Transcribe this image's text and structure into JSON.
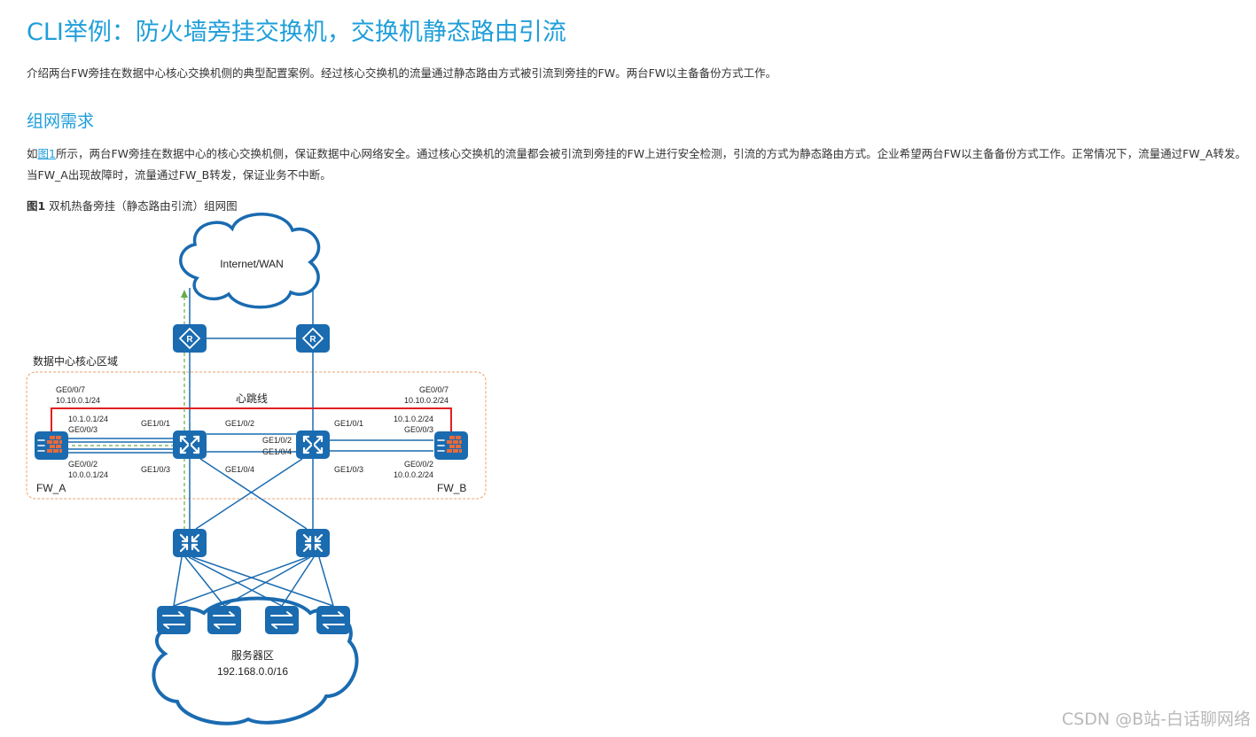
{
  "header": {
    "title": "CLI举例：防火墙旁挂交换机，交换机静态路由引流",
    "intro": "介绍两台FW旁挂在数据中心核心交换机侧的典型配置案例。经过核心交换机的流量通过静态路由方式被引流到旁挂的FW。两台FW以主备备份方式工作。"
  },
  "section": {
    "title": "组网需求",
    "para_prefix": "如",
    "para_link": "图1",
    "para_rest": "所示，两台FW旁挂在数据中心的核心交换机侧，保证数据中心网络安全。通过核心交换机的流量都会被引流到旁挂的FW上进行安全检测，引流的方式为静态路由方式。企业希望两台FW以主备备份方式工作。正常情况下，流量通过FW_A转发。当FW_A出现故障时，流量通过FW_B转发，保证业务不中断。"
  },
  "figure": {
    "caption_bold": "图1",
    "caption_text": " 双机热备旁挂（静态路由引流）组网图",
    "labels": {
      "internet": "Internet/WAN",
      "dc_area": "数据中心核心区域",
      "heartbeat": "心跳线",
      "fw_a": "FW_A",
      "fw_b": "FW_B",
      "server_area": "服务器区",
      "server_net": "192.168.0.0/16",
      "a_ge007": "GE0/0/7",
      "a_ip007": "10.10.0.1/24",
      "a_ip003": "10.1.0.1/24",
      "a_ge003": "GE0/0/3",
      "a_ge002": "GE0/0/2",
      "a_ip002": "10.0.0.1/24",
      "b_ge007": "GE0/0/7",
      "b_ip007": "10.10.0.2/24",
      "b_ip003": "10.1.0.2/24",
      "b_ge003": "GE0/0/3",
      "b_ge002": "GE0/0/2",
      "b_ip002": "10.0.0.2/24",
      "s1_ge101": "GE1/0/1",
      "s1_ge103": "GE1/0/3",
      "s1_ge102": "GE1/0/2",
      "s1_ge104": "GE1/0/4",
      "s2_ge102": "GE1/0/2",
      "s2_ge104": "GE1/0/4",
      "s2_ge101": "GE1/0/1",
      "s2_ge103": "GE1/0/3"
    }
  },
  "colors": {
    "accent": "#1f9ed9",
    "device": "#1a6bb0",
    "heartbeat": "#e02020",
    "traffic": "#6aaa4a",
    "area_border": "#e8a070"
  },
  "watermark": "CSDN @B站-白话聊网络"
}
